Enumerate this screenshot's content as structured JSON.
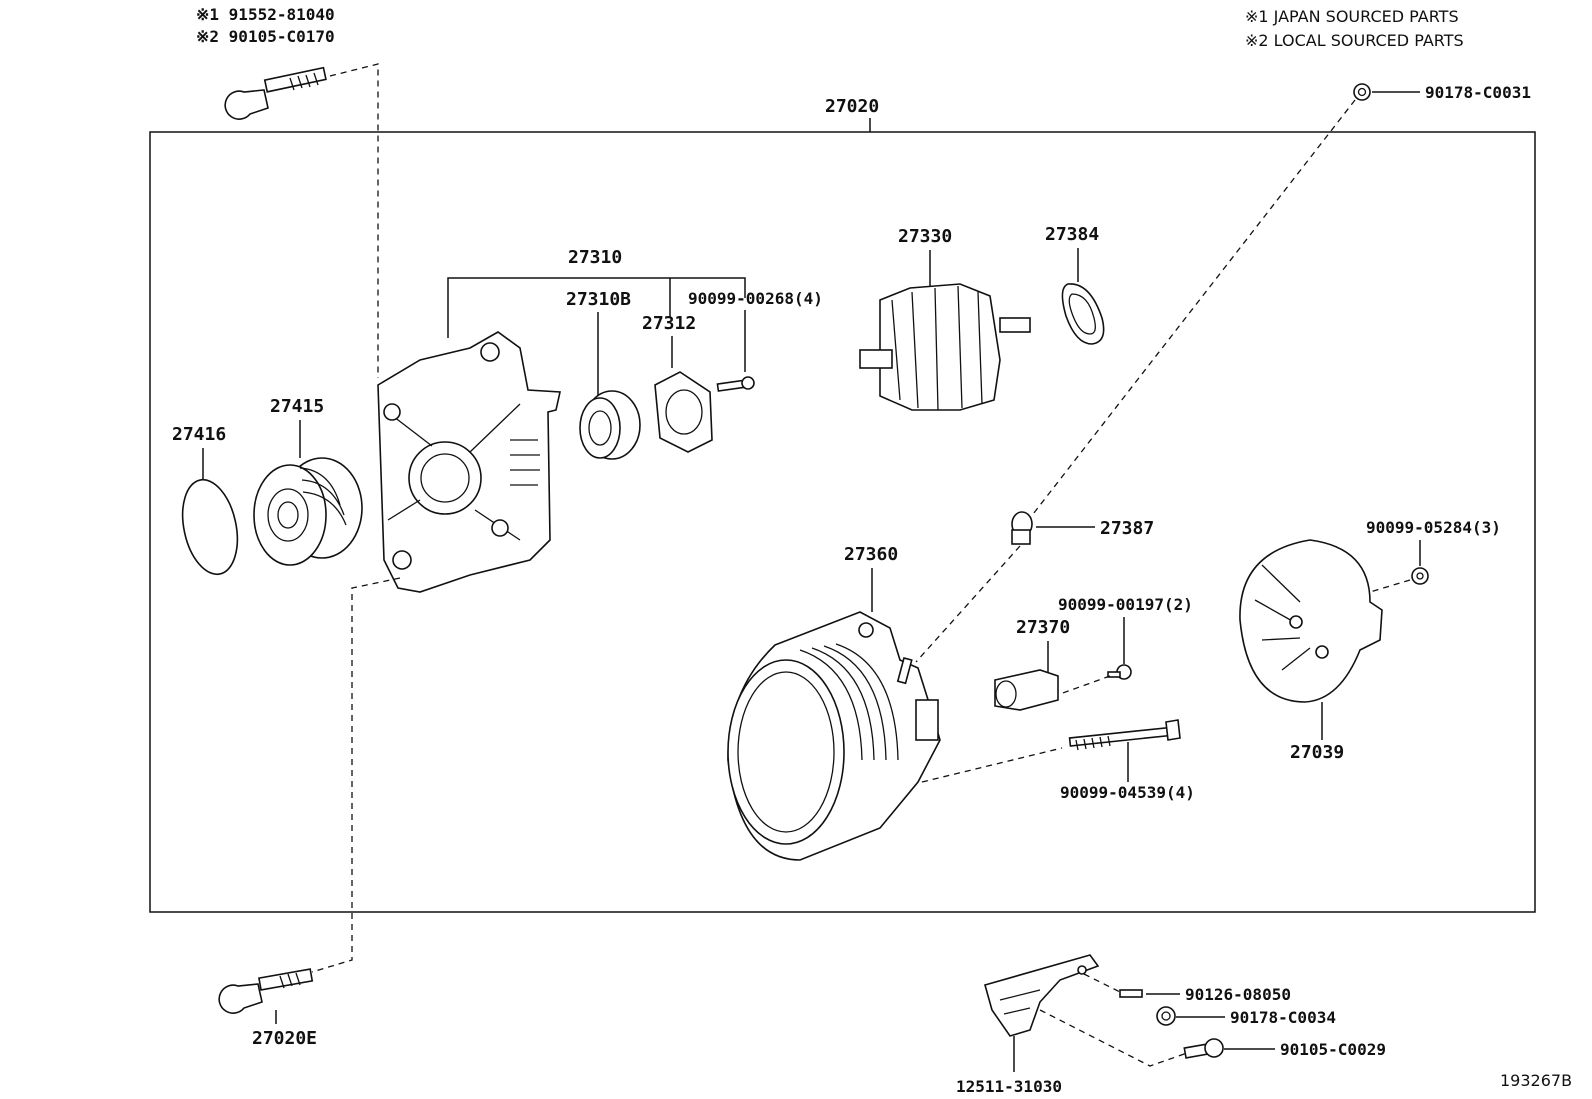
{
  "notes": {
    "sourcing_1": "※1 JAPAN SOURCED PARTS",
    "sourcing_2": "※2 LOCAL SOURCED PARTS"
  },
  "bolt_variants": {
    "v1": "※1 91552-81040",
    "v2": "※2 90105-C0170"
  },
  "labels": {
    "assembly": "27020",
    "p90178_c0031": "90178-C0031",
    "p27310": "27310",
    "p27310b": "27310B",
    "p27312": "27312",
    "p90099_00268": "90099-00268(4)",
    "p27330": "27330",
    "p27384": "27384",
    "p27416": "27416",
    "p27415": "27415",
    "p27387": "27387",
    "p90099_05284": "90099-05284(3)",
    "p27360": "27360",
    "p90099_00197": "90099-00197(2)",
    "p27370": "27370",
    "p27039": "27039",
    "p90099_04539": "90099-04539(4)",
    "p27020e": "27020E",
    "p90126_08050": "90126-08050",
    "p90178_c0034": "90178-C0034",
    "p90105_c0029": "90105-C0029",
    "p12511_31030": "12511-31030",
    "figure_id": "193267B"
  }
}
